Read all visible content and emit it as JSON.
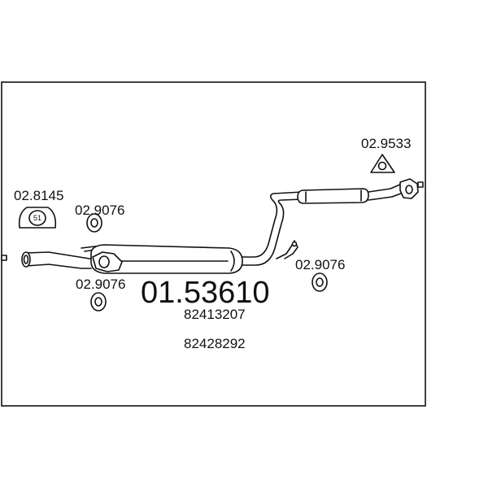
{
  "diagram": {
    "main_part_number": "01.53610",
    "oe_numbers": [
      "82413207",
      "82428292"
    ],
    "parts": {
      "hanger_left": {
        "code": "02.8145",
        "badge": "51"
      },
      "ring_top_left": {
        "code": "02.9076"
      },
      "ring_bottom_left": {
        "code": "02.9076"
      },
      "ring_right": {
        "code": "02.9076"
      },
      "flange_gasket": {
        "code": "02.9533"
      }
    }
  }
}
